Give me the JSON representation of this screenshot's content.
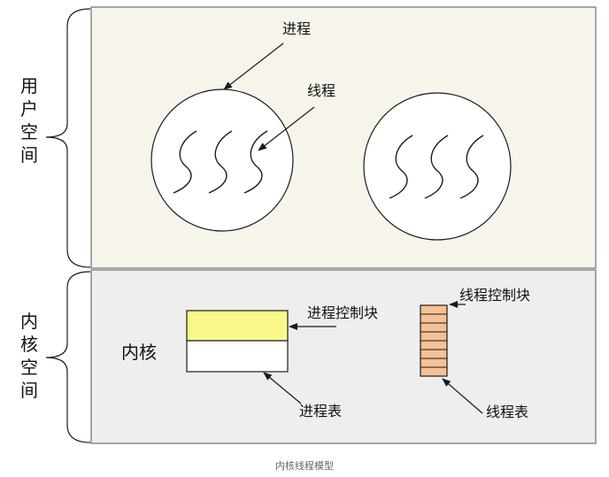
{
  "labels": {
    "user_space": "用户空间",
    "kernel_space": "内核空间",
    "process": "进程",
    "thread": "线程",
    "kernel": "内核",
    "pcb": "进程控制块",
    "tcb": "线程控制块",
    "process_table": "进程表",
    "thread_table": "线程表"
  },
  "caption": "内核线程模型",
  "colors": {
    "user_bg": "#f7f4ec",
    "kernel_bg": "#eeeeee",
    "pcb_fill": "#f8f88a",
    "thread_table_fill": "#f6c194",
    "stroke": "#1a1a1a"
  }
}
